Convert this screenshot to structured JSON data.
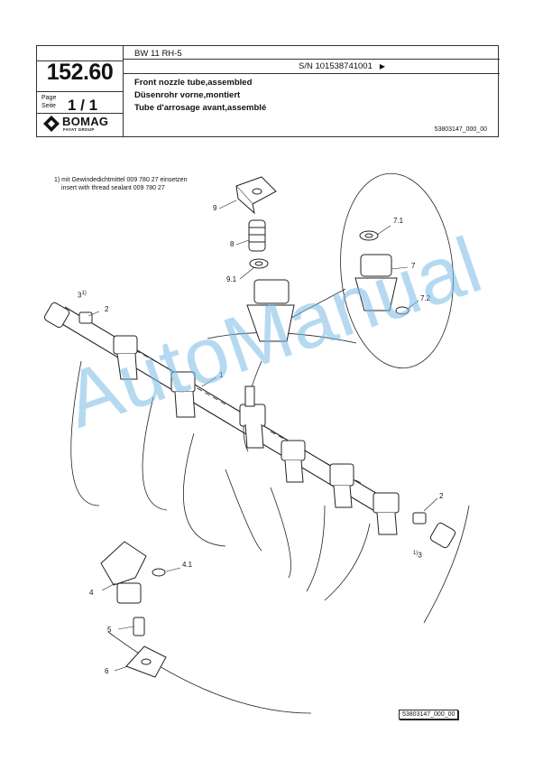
{
  "header": {
    "page_number": "152.60",
    "page_label_en": "Page",
    "page_label_de": "Seite",
    "page_count": "1 / 1",
    "brand": "BOMAG",
    "brand_sub": "FAYAT GROUP",
    "model": "BW 11 RH-5",
    "serial": "S/N 101538741001",
    "serial_arrow": "▶",
    "title_en": "Front nozzle tube,assembled",
    "title_de": "Düsenrohr vorne,montiert",
    "title_fr": "Tube d'arrosage avant,assemblé",
    "drawing_code": "53803147_000_00"
  },
  "drawing": {
    "footnote_de": "1) mit Gewindedichtmittel 009 780 27 einsetzen",
    "footnote_en": "insert with thread sealant 009 780 27",
    "callouts": {
      "c9": "9",
      "c8": "8",
      "c91": "9.1",
      "c71": "7.1",
      "c7": "7",
      "c72": "7.2",
      "c3top": "3",
      "c3top_sup": "1)",
      "c2top": "2",
      "c1": "1",
      "c2bot": "2",
      "c3bot": "3",
      "c3bot_sup": "1)",
      "c41": "4.1",
      "c4": "4",
      "c5": "5",
      "c6": "6"
    },
    "watermark": "AutoManual",
    "footer_code": "53803147_000_00"
  }
}
